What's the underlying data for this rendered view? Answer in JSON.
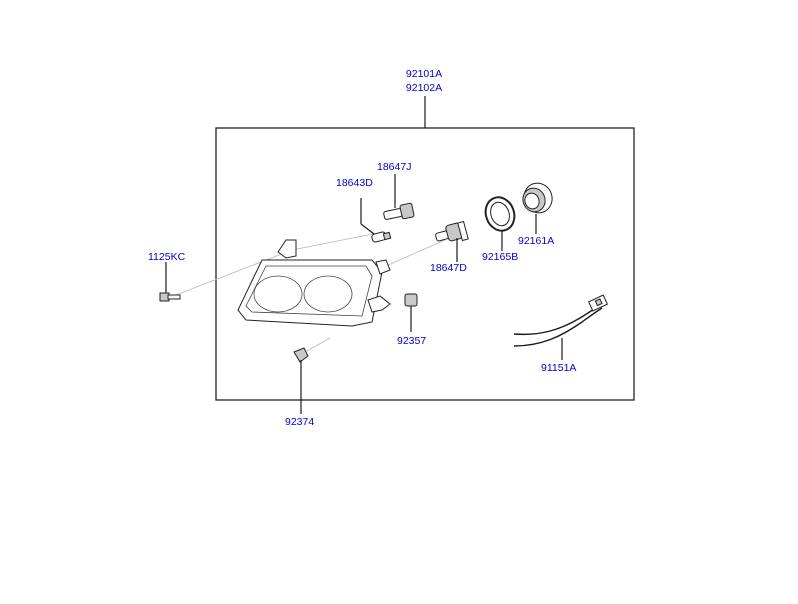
{
  "colors": {
    "label": "#0000cc",
    "line": "#1a1a1a",
    "frame": "#222222",
    "background": "#ffffff"
  },
  "assembly": {
    "line1": "92101A",
    "line2": "92102A"
  },
  "parts": {
    "p18647J": "18647J",
    "p18643D": "18643D",
    "p1125KC": "1125KC",
    "p18647D": "18647D",
    "p92165B": "92165B",
    "p92161A": "92161A",
    "p92357": "92357",
    "p91151A": "91151A",
    "p92374": "92374"
  }
}
